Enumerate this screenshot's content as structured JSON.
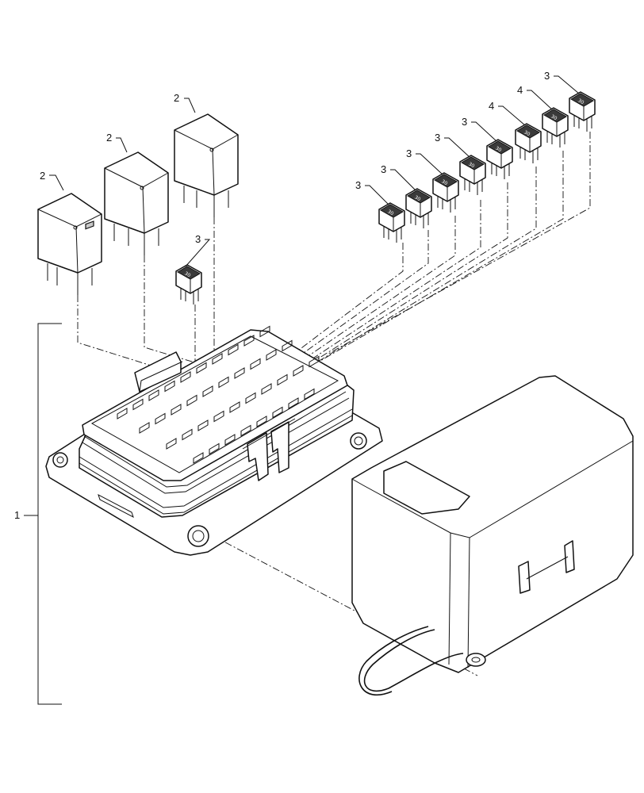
{
  "callouts": {
    "assembly": "1",
    "relay": "2",
    "fuse_a": "3",
    "fuse_b": "4"
  },
  "fuse_rating_label": "30"
}
